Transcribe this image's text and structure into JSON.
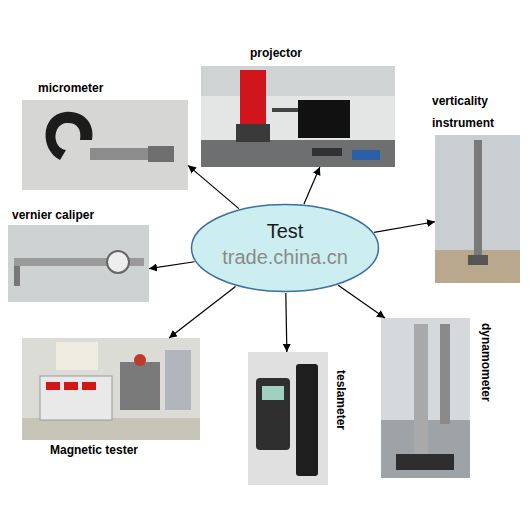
{
  "diagram": {
    "nodes": [
      {
        "text": [
          "projector"
        ]
      },
      {
        "text": [
          "micrometer"
        ]
      },
      {
        "text": [
          "verticality instrument"
        ]
      },
      {
        "text": [
          "vernier caliper"
        ]
      },
      {
        "text": [
          "Test"
        ]
      },
      {
        "text": [
          "Magnetic tester"
        ]
      },
      {
        "text": [
          "teslameter"
        ]
      },
      {
        "text": [
          "dynamometer"
        ]
      }
    ],
    "edges": [
      {
        "from": 4,
        "to": 1,
        "arrow": "to"
      },
      {
        "from": 4,
        "to": 0,
        "arrow": "to"
      },
      {
        "from": 4,
        "to": 2,
        "arrow": "to"
      },
      {
        "from": 4,
        "to": 3,
        "arrow": "to"
      },
      {
        "from": 4,
        "to": 5,
        "arrow": "to"
      },
      {
        "from": 4,
        "to": 6,
        "arrow": "to"
      },
      {
        "from": 4,
        "to": 7,
        "arrow": "to"
      }
    ],
    "labels": [
      "trade.china.cn"
    ]
  }
}
